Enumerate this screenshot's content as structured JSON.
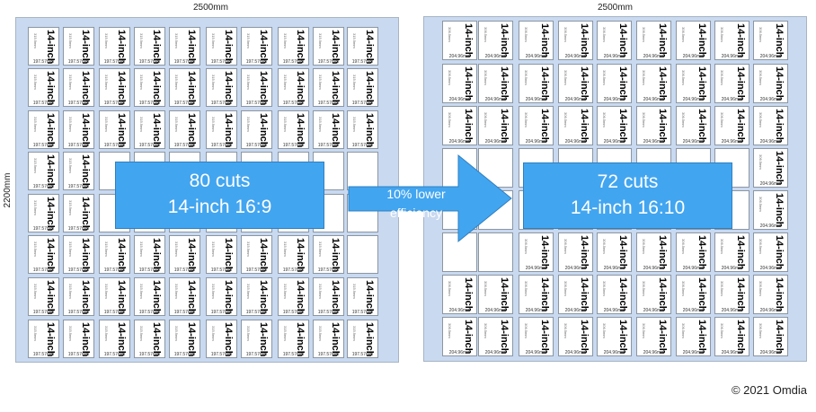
{
  "dimensions": {
    "left_width": "2500mm",
    "right_width": "2500mm",
    "left_height": "2200mm"
  },
  "left_panel": {
    "cell_label": "14-inch",
    "cell_side": "315.9mm",
    "cell_bottom": "197.57mm",
    "columns": 10,
    "rows": 8
  },
  "right_panel": {
    "cell_label": "14-inch",
    "cell_side": "306.5mm",
    "cell_bottom": "204.96mm",
    "columns": 9,
    "rows": 8
  },
  "callouts": {
    "left": {
      "line1": "80 cuts",
      "line2": "14-inch 16:9"
    },
    "right": {
      "line1": "72 cuts",
      "line2": "14-inch 16:10"
    }
  },
  "arrow": {
    "line1": "10% lower",
    "line2": "efficiency"
  },
  "colors": {
    "panel": "#c8d9f0",
    "callout": "#42a5f0",
    "arrow": "#42a5f0"
  },
  "copyright": "© 2021 Omdia"
}
